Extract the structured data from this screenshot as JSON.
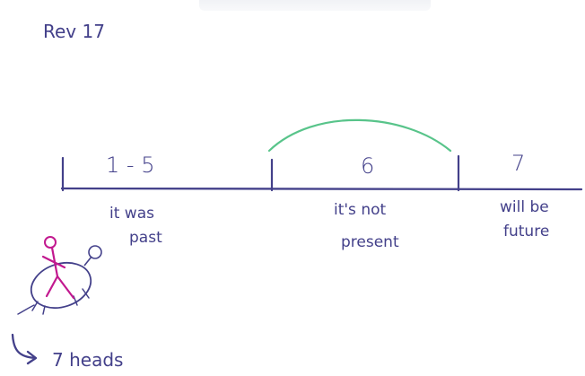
{
  "title": "Rev 17",
  "segments": [
    {
      "label": "1  -  5",
      "caption": [
        "it was",
        "past"
      ]
    },
    {
      "label": "6",
      "caption": [
        "it's not",
        "present"
      ]
    },
    {
      "label": "7",
      "caption": [
        "will be",
        "future"
      ]
    }
  ],
  "note": "7 heads",
  "colors": {
    "ink": "#43408a",
    "arc": "#58c48a",
    "figure": "#c2198f"
  }
}
